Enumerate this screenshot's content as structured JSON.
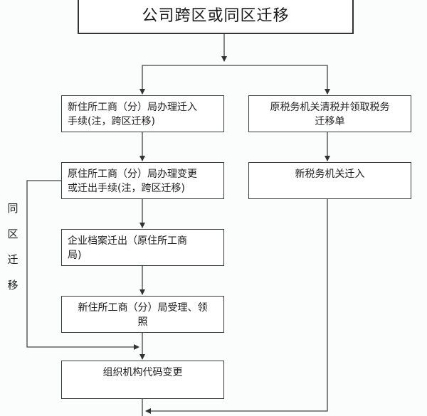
{
  "title": "公司跨区或同区迁移",
  "boxes": {
    "b1": [
      "新住所工商（分）局办理迁入",
      "手续(注，跨区迁移)"
    ],
    "b2": [
      "原税务机关清税并领取税务",
      "迁移单"
    ],
    "b3": [
      "原住所工商（分）局办理变更",
      "或迁出手续(注，跨区迁移)"
    ],
    "b4": [
      "新税务机关迁入"
    ],
    "b5": [
      "企业档案迁出（原住所工商",
      "局)"
    ],
    "b6": [
      "新住所工商（分）局受理、领",
      "照"
    ],
    "b7": [
      "组织机构代码变更"
    ]
  },
  "side_label": [
    "同",
    "区",
    "迁",
    "移"
  ]
}
